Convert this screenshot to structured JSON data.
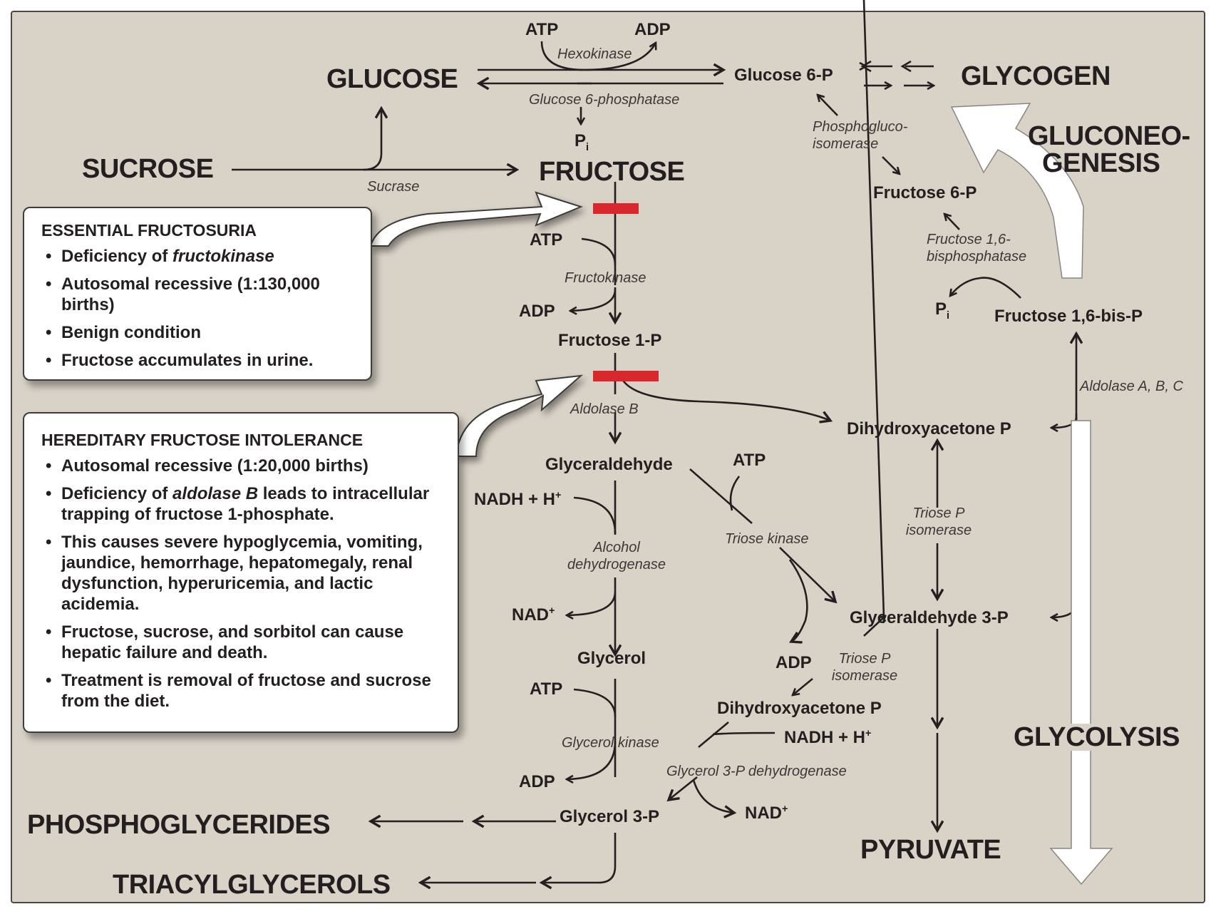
{
  "colors": {
    "background": "#d9d2c7",
    "block_bar": "#d9272e",
    "ink": "#231f20",
    "callout_fill": "#ffffff"
  },
  "metabolites": {
    "glucose": "GLUCOSE",
    "glycogen": "GLYCOGEN",
    "sucrose": "SUCROSE",
    "fructose": "FRUCTOSE",
    "glucose_6p": "Glucose 6-P",
    "fructose_6p": "Fructose 6-P",
    "fructose_16bisp": "Fructose 1,6-bis-P",
    "fructose_1p": "Fructose 1-P",
    "glyceraldehyde": "Glyceraldehyde",
    "dihydroxyacetone_p_top": "Dihydroxyacetone P",
    "glyceraldehyde_3p": "Glyceraldehyde 3-P",
    "dihydroxyacetone_p_bottom": "Dihydroxyacetone P",
    "glycerol": "Glycerol",
    "glycerol_3p": "Glycerol 3-P",
    "phosphoglycerides": "PHOSPHOGLYCERIDES",
    "triacylglycerols": "TRIACYLGLYCEROLS",
    "pyruvate": "PYRUVATE",
    "gluconeogenesis_line1": "GLUCONEO-",
    "gluconeogenesis_line2": "GENESIS",
    "glycolysis": "GLYCOLYSIS"
  },
  "cofactors": {
    "hexokinase_atp": "ATP",
    "hexokinase_adp": "ADP",
    "phosphatase_pi": "P",
    "phosphatase_pi_sub": "i",
    "fructokinase_atp": "ATP",
    "fructokinase_adp": "ADP",
    "fbpase_pi": "P",
    "fbpase_pi_sub": "i",
    "triose_kinase_atp": "ATP",
    "triose_kinase_adp": "ADP",
    "adh_nadh": "NADH + H",
    "adh_nadh_sup": "+",
    "adh_nad": "NAD",
    "adh_nad_sup": "+",
    "glycerol_kinase_atp": "ATP",
    "glycerol_kinase_adp": "ADP",
    "g3pdh_nadh": "NADH + H",
    "g3pdh_nadh_sup": "+",
    "g3pdh_nad": "NAD",
    "g3pdh_nad_sup": "+"
  },
  "enzymes": {
    "hexokinase": "Hexokinase",
    "glucose_6_phosphatase": "Glucose 6-phosphatase",
    "sucrase": "Sucrase",
    "phosphoglucoisomerase_line1": "Phosphogluco-",
    "phosphoglucoisomerase_line2": "isomerase",
    "fbpase_line1": "Fructose 1,6-",
    "fbpase_line2": "bisphosphatase",
    "fructokinase": "Fructokinase",
    "aldolase_b": "Aldolase B",
    "aldolase_abc": "Aldolase A, B, C",
    "triose_p_isomerase_top_line1": "Triose P",
    "triose_p_isomerase_top_line2": "isomerase",
    "triose_kinase": "Triose kinase",
    "alcohol_dh_line1": "Alcohol",
    "alcohol_dh_line2": "dehydrogenase",
    "triose_p_isomerase_bottom_line1": "Triose P",
    "triose_p_isomerase_bottom_line2": "isomerase",
    "glycerol_kinase": "Glycerol kinase",
    "g3p_dehydrogenase": "Glycerol 3-P dehydrogenase"
  },
  "callouts": {
    "essential_fructosuria": {
      "title": "ESSENTIAL FRUCTOSURIA",
      "bullets": [
        {
          "pre": "Deficiency of ",
          "italic": "fructokinase",
          "post": ""
        },
        {
          "pre": "Autosomal recessive (1:130,000 births)",
          "italic": "",
          "post": ""
        },
        {
          "pre": "Benign condition",
          "italic": "",
          "post": ""
        },
        {
          "pre": "Fructose accumulates in urine.",
          "italic": "",
          "post": ""
        }
      ]
    },
    "hereditary_fructose_intolerance": {
      "title": "HEREDITARY FRUCTOSE INTOLERANCE",
      "bullets": [
        {
          "pre": "Autosomal recessive (1:20,000 births)",
          "italic": "",
          "post": ""
        },
        {
          "pre": "Deficiency of ",
          "italic": "aldolase B",
          "post": " leads to intracellular trapping of fructose 1-phosphate."
        },
        {
          "pre": "This causes severe hypoglycemia, vomiting, jaundice, hemorrhage, hepatomegaly, renal dysfunction, hyperuricemia, and lactic acidemia.",
          "italic": "",
          "post": ""
        },
        {
          "pre": "Fructose, sucrose, and sorbitol can cause hepatic failure and death.",
          "italic": "",
          "post": ""
        },
        {
          "pre": "Treatment is removal of fructose and sucrose from the diet.",
          "italic": "",
          "post": ""
        }
      ]
    }
  }
}
